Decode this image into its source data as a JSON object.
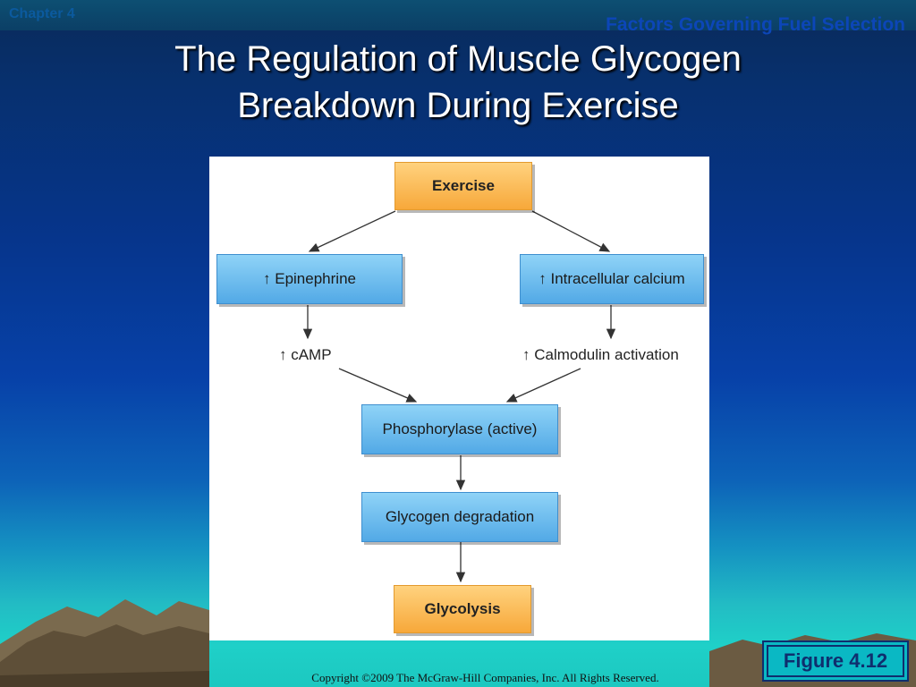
{
  "header": {
    "chapter": "Chapter 4",
    "section": "Factors Governing Fuel Selection"
  },
  "slide": {
    "title_line1": "The Regulation of Muscle Glycogen",
    "title_line2": "Breakdown During Exercise"
  },
  "diagram": {
    "exercise": "Exercise",
    "epinephrine": "↑ Epinephrine",
    "calcium": "↑ Intracellular calcium",
    "camp": "↑ cAMP",
    "calmodulin": "↑ Calmodulin activation",
    "phosphorylase": "Phosphorylase (active)",
    "glycogen_degradation": "Glycogen degradation",
    "glycolysis": "Glycolysis"
  },
  "figure_label": "Figure 4.12",
  "footer": {
    "copyright": "Copyright ©2009 The McGraw-Hill Companies, Inc. All Rights Reserved."
  },
  "colors": {
    "orange_box": "#f7a83a",
    "blue_box": "#52a9e6",
    "background_top": "#0a2a58",
    "background_bottom": "#1cc8c0"
  }
}
